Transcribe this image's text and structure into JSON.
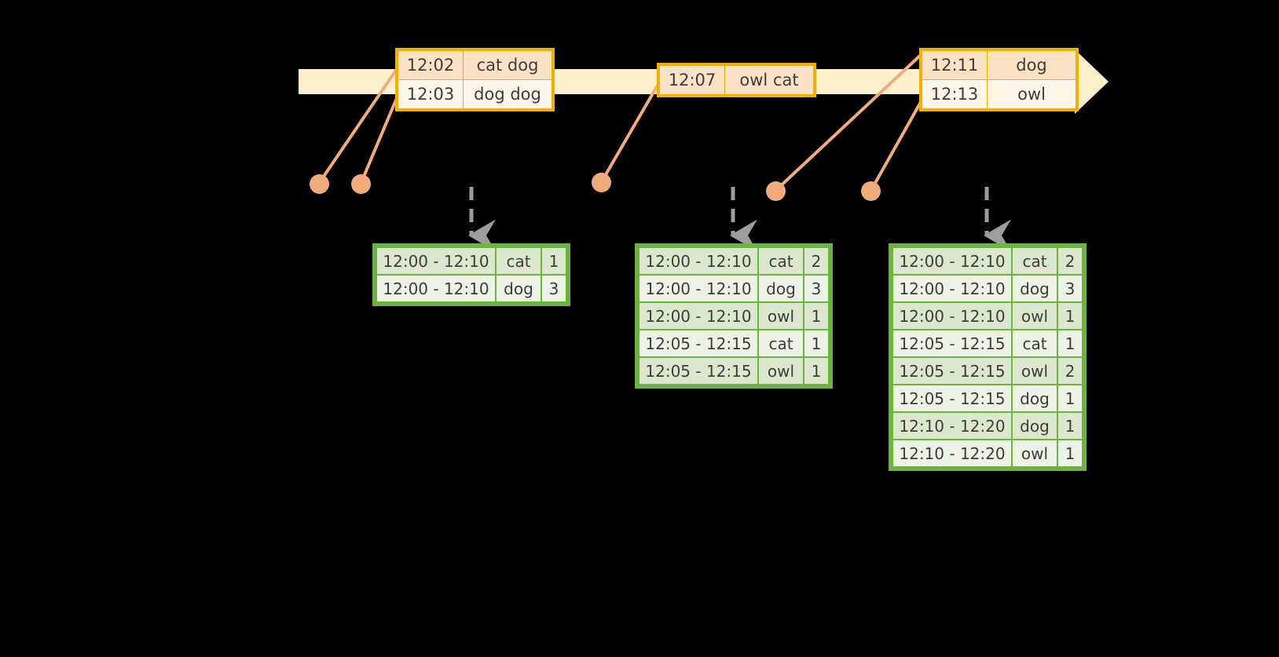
{
  "diagram": {
    "title": "sliding-window-word-count-timeline",
    "colors": {
      "timeline_fill": "#FCEFCB",
      "event_border": "#F5AF02",
      "event_row_dark": "#FCE2C4",
      "event_row_light": "#FFF6EA",
      "table_border": "#6CB33F",
      "table_row_dark": "#DCE8CE",
      "table_row_light": "#EDF2E6",
      "connector": "#F0AC7C",
      "dot": "#F0AC7C",
      "dashed_arrow": "#9D9D9D",
      "background": "#000000"
    }
  },
  "timeline": {
    "name": "event-stream-timeline",
    "arrow_direction": "right",
    "event_groups": [
      {
        "name": "event-group-1",
        "rows": [
          {
            "time": "12:02",
            "words": "cat dog"
          },
          {
            "time": "12:03",
            "words": "dog dog"
          }
        ]
      },
      {
        "name": "event-group-2",
        "rows": [
          {
            "time": "12:07",
            "words": "owl cat"
          }
        ]
      },
      {
        "name": "event-group-3",
        "rows": [
          {
            "time": "12:11",
            "words": "dog"
          },
          {
            "time": "12:13",
            "words": "owl"
          }
        ]
      }
    ]
  },
  "dots": [
    {
      "name": "event-marker-1"
    },
    {
      "name": "event-marker-2"
    },
    {
      "name": "event-marker-3"
    },
    {
      "name": "event-marker-4"
    },
    {
      "name": "event-marker-5"
    }
  ],
  "results": [
    {
      "name": "result-table-1",
      "rows": [
        {
          "window": "12:00 - 12:10",
          "word": "cat",
          "count": "1"
        },
        {
          "window": "12:00 - 12:10",
          "word": "dog",
          "count": "3"
        }
      ]
    },
    {
      "name": "result-table-2",
      "rows": [
        {
          "window": "12:00 - 12:10",
          "word": "cat",
          "count": "2"
        },
        {
          "window": "12:00 - 12:10",
          "word": "dog",
          "count": "3"
        },
        {
          "window": "12:00 - 12:10",
          "word": "owl",
          "count": "1"
        },
        {
          "window": "12:05 - 12:15",
          "word": "cat",
          "count": "1"
        },
        {
          "window": "12:05 - 12:15",
          "word": "owl",
          "count": "1"
        }
      ]
    },
    {
      "name": "result-table-3",
      "rows": [
        {
          "window": "12:00 - 12:10",
          "word": "cat",
          "count": "2"
        },
        {
          "window": "12:00 - 12:10",
          "word": "dog",
          "count": "3"
        },
        {
          "window": "12:00 - 12:10",
          "word": "owl",
          "count": "1"
        },
        {
          "window": "12:05 - 12:15",
          "word": "cat",
          "count": "1"
        },
        {
          "window": "12:05 - 12:15",
          "word": "owl",
          "count": "2"
        },
        {
          "window": "12:05 - 12:15",
          "word": "dog",
          "count": "1"
        },
        {
          "window": "12:10 - 12:20",
          "word": "dog",
          "count": "1"
        },
        {
          "window": "12:10 - 12:20",
          "word": "owl",
          "count": "1"
        }
      ]
    }
  ]
}
